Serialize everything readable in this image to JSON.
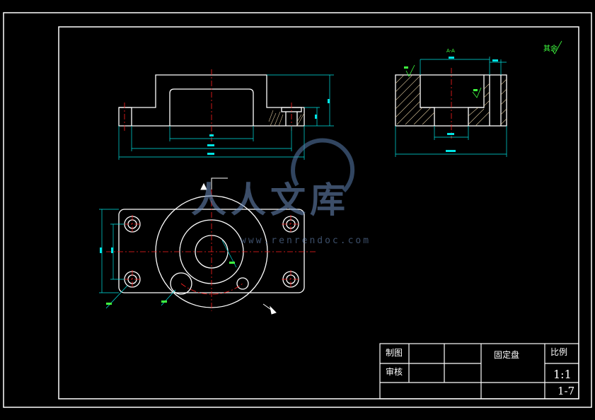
{
  "drawing": {
    "title": "固定盘",
    "surface_note": "其余",
    "dim_section": "A-A",
    "watermark_cn": "人人文库",
    "watermark_url": "www.renrendoc.com"
  },
  "title_block": {
    "drawn_label": "制图",
    "checked_label": "审核",
    "scale_label": "比例",
    "scale_value": "1:1",
    "sheet_no": "1-7"
  },
  "colors": {
    "outline": "#ffffff",
    "center": "#ff2020",
    "dimension": "#00e5e5",
    "note": "#00ff00",
    "hatch": "#d9c39a",
    "arrow_green": "#40ff40"
  }
}
